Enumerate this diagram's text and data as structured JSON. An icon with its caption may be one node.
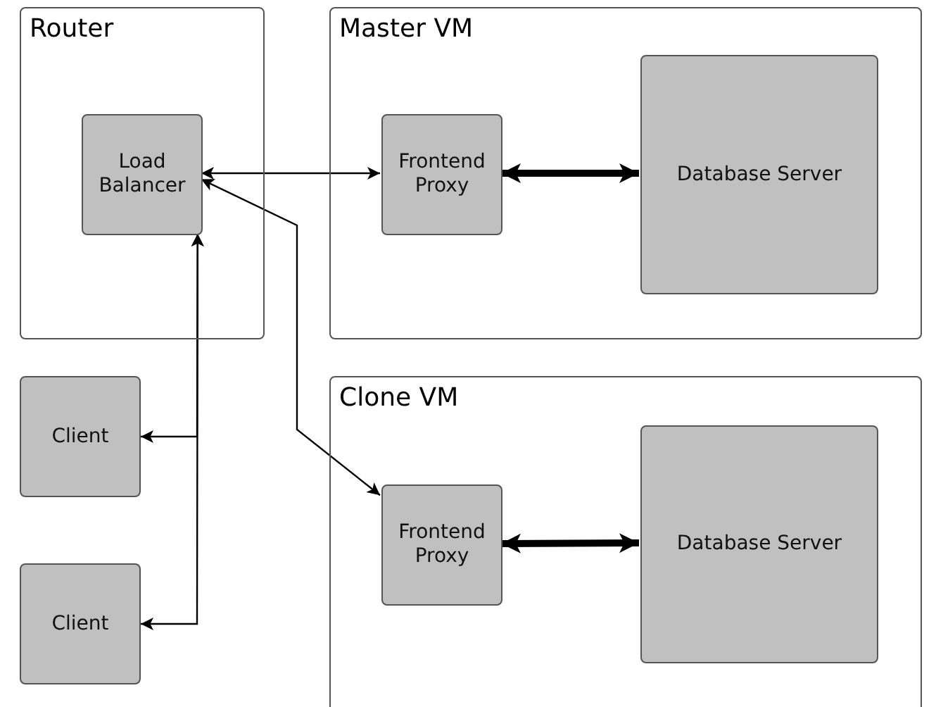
{
  "diagram": {
    "nodes": [
      {
        "text": [
          "Router"
        ]
      },
      {
        "text": [
          "Load Balancer"
        ],
        "in": 0
      },
      {
        "text": [
          "Master VM"
        ]
      },
      {
        "text": [
          "Frontend Proxy"
        ],
        "in": 2
      },
      {
        "text": [
          "Database Server"
        ],
        "in": 2
      },
      {
        "text": [
          "Client"
        ]
      },
      {
        "text": [
          "Client"
        ]
      },
      {
        "text": [
          "Clone VM"
        ]
      },
      {
        "text": [
          "Frontend Proxy"
        ],
        "in": 7
      },
      {
        "text": [
          "Database Server"
        ],
        "in": 7
      }
    ],
    "edges": [
      {
        "from": 1,
        "to": 3,
        "arrow": "both"
      },
      {
        "from": 3,
        "to": 4,
        "arrow": "both",
        "style": "thick"
      },
      {
        "from": 1,
        "to": 8,
        "arrow": "both"
      },
      {
        "from": 1,
        "to": 5,
        "arrow": "both"
      },
      {
        "from": 1,
        "to": 6,
        "arrow": "both"
      },
      {
        "from": 8,
        "to": 9,
        "arrow": "both",
        "style": "thick"
      }
    ]
  }
}
